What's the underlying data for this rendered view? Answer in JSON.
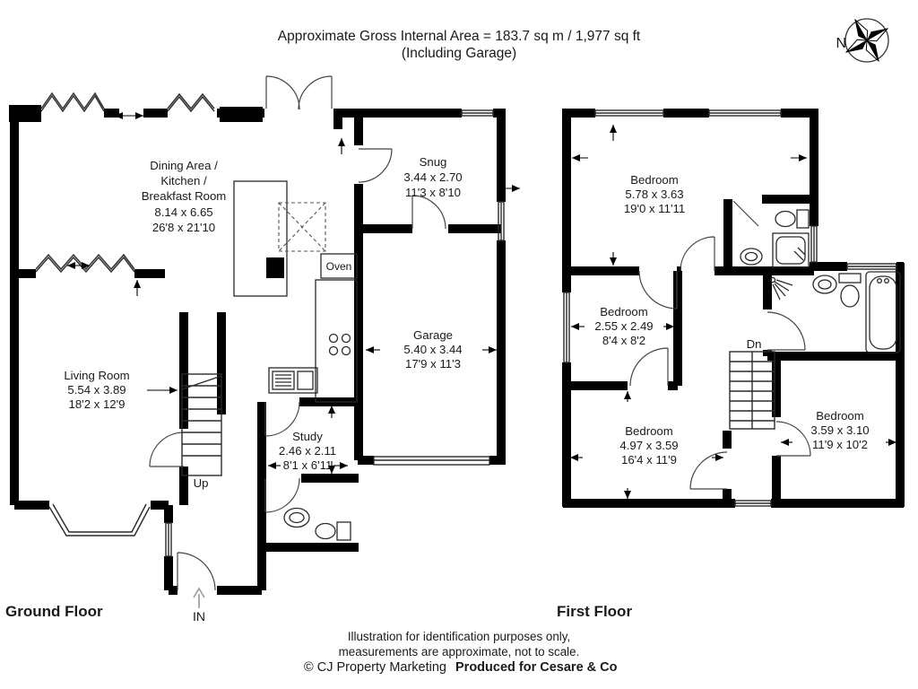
{
  "header": {
    "line1": "Approximate Gross Internal Area = 183.7 sq m / 1,977 sq ft",
    "line2": "(Including Garage)"
  },
  "compass": {
    "north": "N"
  },
  "ground_floor": {
    "label": "Ground Floor",
    "stairs_label": "Up",
    "entrance_label": "IN",
    "oven_label": "Oven",
    "rooms": {
      "dining": {
        "l1": "Dining Area /",
        "l2": "Kitchen /",
        "l3": "Breakfast Room",
        "metric": "8.14 x 6.65",
        "imperial": "26'8 x 21'10"
      },
      "snug": {
        "name": "Snug",
        "metric": "3.44 x 2.70",
        "imperial": "11'3 x 8'10"
      },
      "garage": {
        "name": "Garage",
        "metric": "5.40 x 3.44",
        "imperial": "17'9 x 11'3"
      },
      "living": {
        "name": "Living Room",
        "metric": "5.54 x 3.89",
        "imperial": "18'2 x 12'9"
      },
      "study": {
        "name": "Study",
        "metric": "2.46 x 2.11",
        "imperial": "8'1 x 6'11"
      }
    }
  },
  "first_floor": {
    "label": "First Floor",
    "stairs_label": "Dn",
    "rooms": {
      "bedroom1": {
        "name": "Bedroom",
        "metric": "5.78 x 3.63",
        "imperial": "19'0 x 11'11"
      },
      "bedroom2": {
        "name": "Bedroom",
        "metric": "2.55 x 2.49",
        "imperial": "8'4 x 8'2"
      },
      "bedroom3": {
        "name": "Bedroom",
        "metric": "4.97 x 3.59",
        "imperial": "16'4 x 11'9"
      },
      "bedroom4": {
        "name": "Bedroom",
        "metric": "3.59 x 3.10",
        "imperial": "11'9 x 10'2"
      }
    }
  },
  "footer": {
    "line1": "Illustration for identification purposes only,",
    "line2": "measurements are approximate, not to scale.",
    "copyright": "© CJ Property Marketing",
    "produced": "Produced for Cesare & Co",
    "copyright_color": "#3cbfb2"
  }
}
